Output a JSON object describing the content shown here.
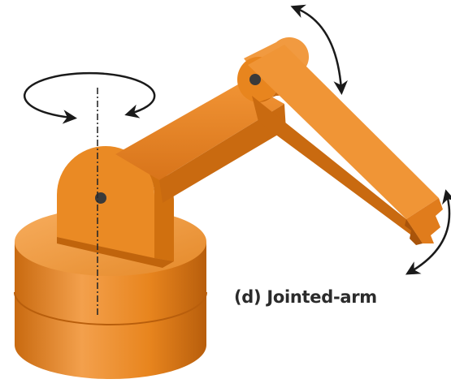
{
  "caption": "(d) Jointed-arm",
  "colors": {
    "body": "#E8851E",
    "highlight": "#F6A24C",
    "shadow": "#C0640C",
    "dark": "#A9540A",
    "outline": "#8A4A10",
    "arrow": "#1a1a1a",
    "pin": "#3a3a3a"
  },
  "icons": [
    "base-rotation-arrow",
    "shoulder-rotation-arrow",
    "elbow-rotation-arrow",
    "pivot-pin"
  ]
}
